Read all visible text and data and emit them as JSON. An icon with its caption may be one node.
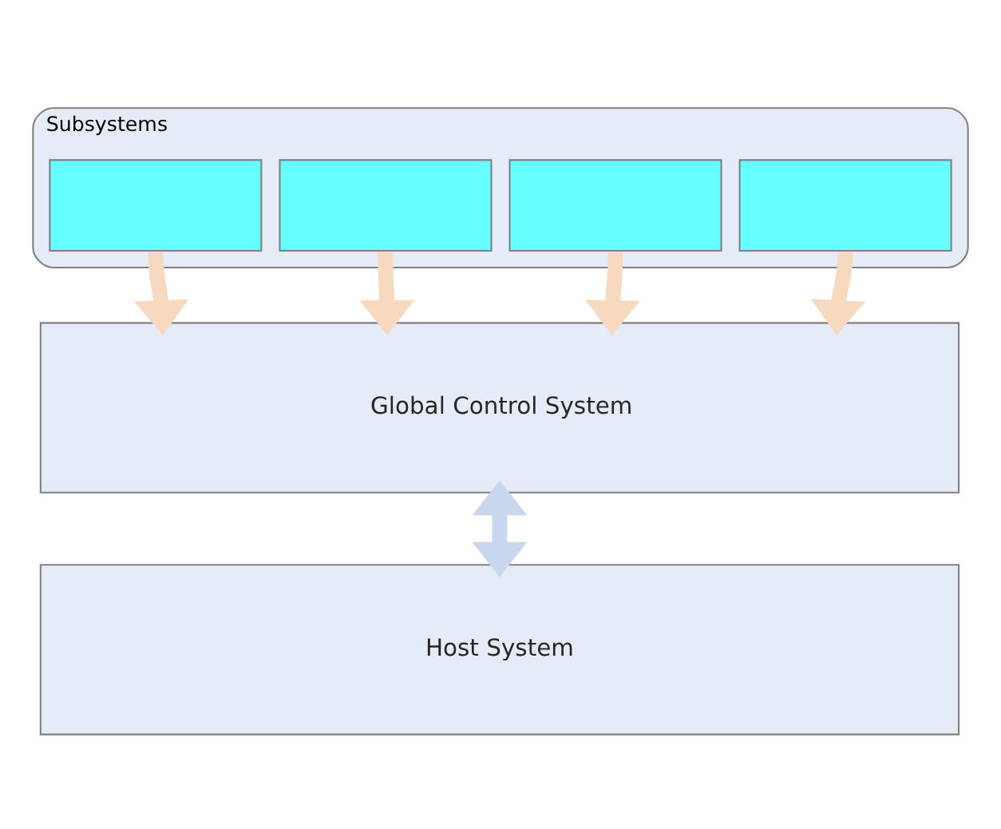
{
  "diagram": {
    "nodes": [
      {
        "text": [
          "Subsystems"
        ]
      },
      {
        "text": [],
        "shape": "box",
        "in": 0
      },
      {
        "text": [],
        "shape": "box",
        "in": 0
      },
      {
        "text": [],
        "shape": "box",
        "in": 0
      },
      {
        "text": [],
        "shape": "box",
        "in": 0
      },
      {
        "text": [
          "Global Control System"
        ]
      },
      {
        "text": [
          "Host System"
        ]
      }
    ],
    "edges": [
      {
        "from": 1,
        "to": 5,
        "arrow": "to"
      },
      {
        "from": 2,
        "to": 5,
        "arrow": "to"
      },
      {
        "from": 3,
        "to": 5,
        "arrow": "to"
      },
      {
        "from": 4,
        "to": 5,
        "arrow": "to"
      },
      {
        "from": 5,
        "to": 6,
        "arrow": "both",
        "color": "#c9d7ee"
      }
    ]
  }
}
